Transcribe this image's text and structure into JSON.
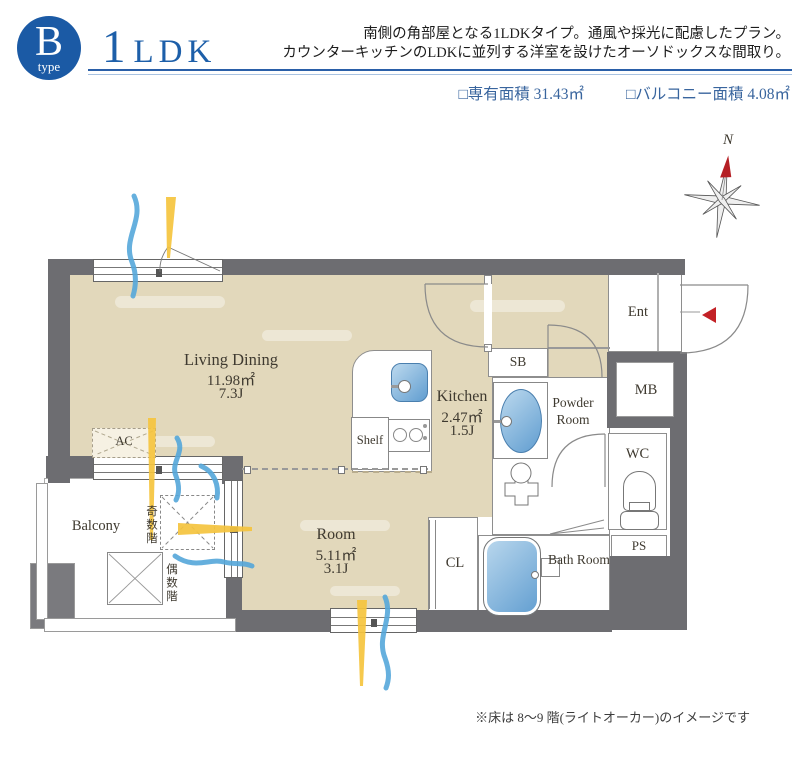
{
  "header": {
    "badge": {
      "letter": "B",
      "sub": "type"
    },
    "title": {
      "number": "1",
      "unit": "LDK"
    },
    "description": [
      "南側の角部屋となる1LDKタイプ。通風や採光に配慮したプラン。",
      "カウンターキッチンのLDKに並列する洋室を設けたオーソドックスな間取り。"
    ],
    "areas": [
      {
        "label": "□専有面積 31.43㎡"
      },
      {
        "label": "□バルコニー面積 4.08㎡"
      }
    ]
  },
  "compass": {
    "north_label": "N"
  },
  "plan": {
    "rooms": {
      "living_dining": {
        "name": "Living Dining",
        "area": "11.98㎡",
        "size": "7.3J"
      },
      "kitchen": {
        "name": "Kitchen",
        "area": "2.47㎡",
        "size": "1.5J"
      },
      "room": {
        "name": "Room",
        "area": "5.11㎡",
        "size": "3.1J"
      },
      "powder_room": {
        "name": "Powder Room"
      },
      "bath_room": {
        "name": "Bath Room"
      },
      "balcony": {
        "name": "Balcony"
      },
      "entrance": {
        "name": "Ent"
      },
      "wc": {
        "name": "WC"
      },
      "closet": {
        "name": "CL"
      },
      "shelf": {
        "name": "Shelf"
      },
      "shoe_box": {
        "name": "SB"
      },
      "meter_box": {
        "name": "MB"
      },
      "pipe_space": {
        "name": "PS"
      },
      "air_con": {
        "name": "AC"
      }
    },
    "balcony_notes": {
      "odd_floors": "奇数階",
      "even_floors": "偶数階"
    }
  },
  "footnote": "※床は 8〜9 階(ライトオーカー)のイメージです",
  "colors": {
    "accent_blue": "#1b5aa5",
    "wall_gray": "#6d6d71",
    "floor_beige": "#e2d8bb",
    "water_blue": "#7db4e0",
    "wind_blue": "#55a7da",
    "light_yellow": "#f5c43e",
    "arrow_red": "#c32126"
  }
}
